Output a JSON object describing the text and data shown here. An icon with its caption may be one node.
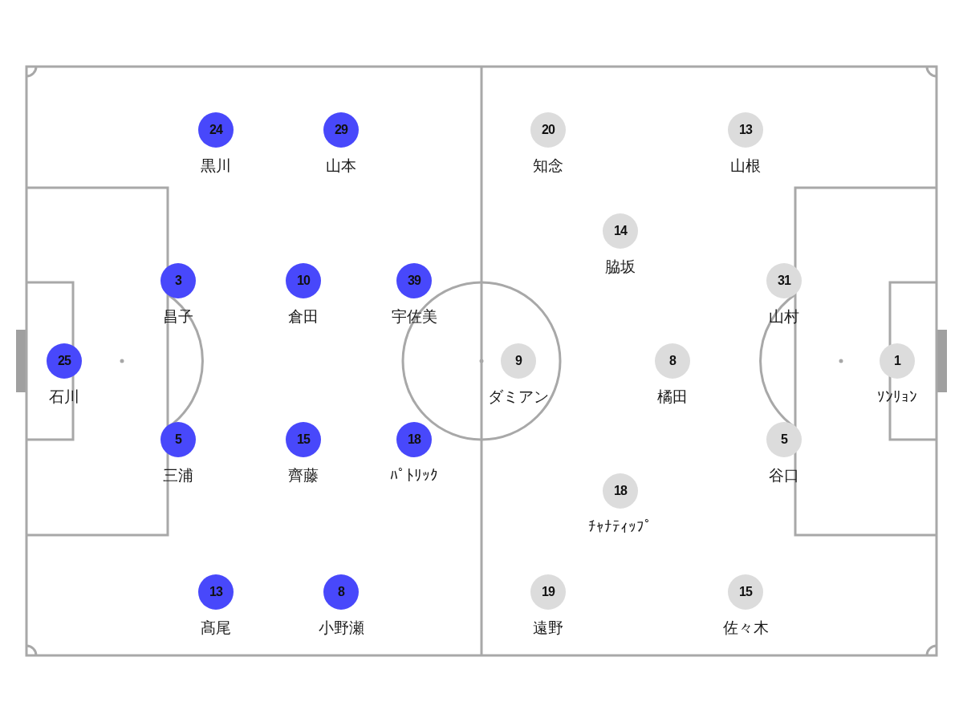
{
  "diagram": {
    "nodes": [
      {
        "text": [
          "24",
          "黒川"
        ]
      },
      {
        "text": [
          "29",
          "山本"
        ]
      },
      {
        "text": [
          "20",
          "知念"
        ]
      },
      {
        "text": [
          "13",
          "山根"
        ]
      },
      {
        "text": [
          "14",
          "脇坂"
        ]
      },
      {
        "text": [
          "3",
          "昌子"
        ]
      },
      {
        "text": [
          "10",
          "倉田"
        ]
      },
      {
        "text": [
          "39",
          "宇佐美"
        ]
      },
      {
        "text": [
          "31",
          "山村"
        ]
      },
      {
        "text": [
          "25",
          "石川"
        ]
      },
      {
        "text": [
          "9",
          "ダミアン"
        ]
      },
      {
        "text": [
          "8",
          "橘田"
        ]
      },
      {
        "text": [
          "1",
          "ｿﾝﾘｮﾝ"
        ]
      },
      {
        "text": [
          "5",
          "三浦"
        ]
      },
      {
        "text": [
          "15",
          "齊藤"
        ]
      },
      {
        "text": [
          "18",
          "ﾊﾟﾄﾘｯｸ"
        ]
      },
      {
        "text": [
          "5",
          "谷口"
        ]
      },
      {
        "text": [
          "18",
          "ﾁｬﾅﾃｨｯﾌﾟ"
        ]
      },
      {
        "text": [
          "13",
          "髙尾"
        ]
      },
      {
        "text": [
          "8",
          "小野瀬"
        ]
      },
      {
        "text": [
          "19",
          "遠野"
        ]
      },
      {
        "text": [
          "15",
          "佐々木"
        ]
      }
    ]
  }
}
